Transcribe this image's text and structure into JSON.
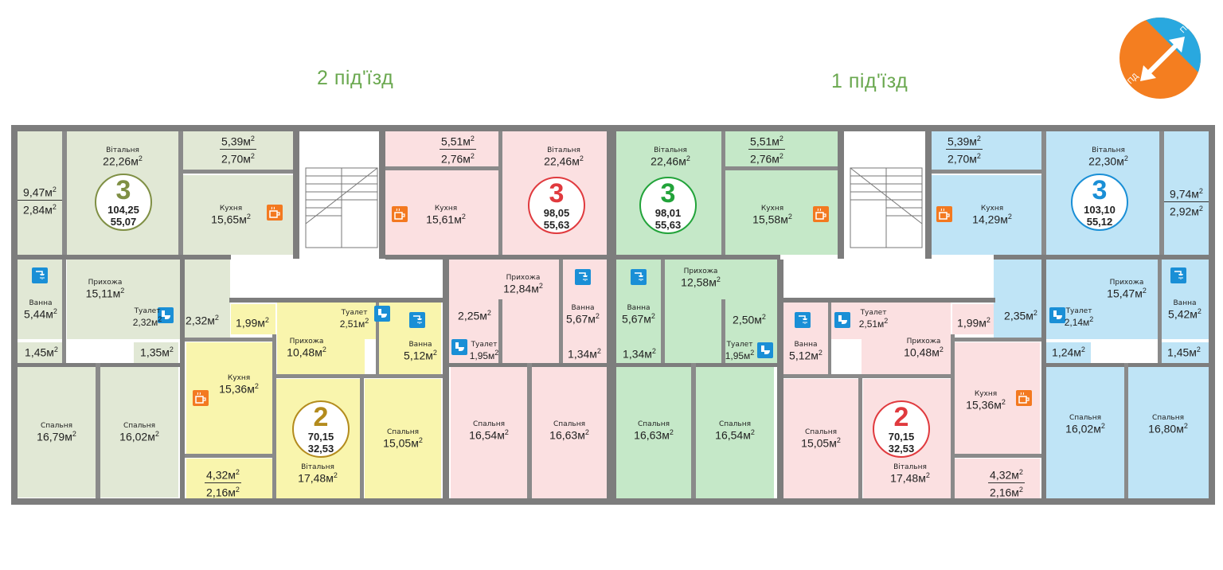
{
  "compass": {
    "up_label": "ПН",
    "down_label": "ПД"
  },
  "entrances": {
    "left": "2 під'їзд",
    "right": "1 під'їзд"
  },
  "apartments": [
    {
      "id": "a1",
      "rooms": "3",
      "total": "104,25",
      "living": "55,07",
      "color": "#7f8f44"
    },
    {
      "id": "a2",
      "rooms": "2",
      "total": "70,15",
      "living": "32,53",
      "color": "#b38b1d"
    },
    {
      "id": "a3",
      "rooms": "3",
      "total": "98,05",
      "living": "55,63",
      "color": "#e03a3e"
    },
    {
      "id": "a4",
      "rooms": "3",
      "total": "98,01",
      "living": "55,63",
      "color": "#22a33a"
    },
    {
      "id": "a5",
      "rooms": "2",
      "total": "70,15",
      "living": "32,53",
      "color": "#e03a3e"
    },
    {
      "id": "a6",
      "rooms": "3",
      "total": "103,10",
      "living": "55,12",
      "color": "#1a8fd6"
    }
  ],
  "rooms": {
    "vital": "Вітальня",
    "kitchen": "Кухня",
    "hall": "Прихожа",
    "bath": "Ванна",
    "toilet": "Туалет",
    "bed": "Спальня",
    "a1": {
      "vital": "22,26м",
      "kitchen": "15,65м",
      "hall": "15,11м",
      "bath": "5,44м",
      "toilet": "2,32м",
      "bed1": "16,79м",
      "bed2": "16,02м",
      "s1": "1,45м",
      "s2": "1,35м",
      "s3": "2,32м",
      "bal1_top": "9,47м",
      "bal1_bot": "2,84м",
      "bal2_top": "5,39м",
      "bal2_bot": "2,70м"
    },
    "a2": {
      "hall": "10,48м",
      "kitchen": "15,36м",
      "vital": "17,48м",
      "bath": "5,12м",
      "toilet": "2,51м",
      "bed": "15,05м",
      "s1": "1,99м",
      "bal_top": "4,32м",
      "bal_bot": "2,16м"
    },
    "a3": {
      "vital": "22,46м",
      "kitchen": "15,61м",
      "hall": "12,84м",
      "bath": "5,67м",
      "toilet": "1,95м",
      "bed1": "16,54м",
      "bed2": "16,63м",
      "s1": "2,25м",
      "s2": "1,34м",
      "bal_top": "5,51м",
      "bal_bot": "2,76м"
    },
    "a4": {
      "vital": "22,46м",
      "kitchen": "15,58м",
      "hall": "12,58м",
      "bath": "5,67м",
      "toilet": "1,95м",
      "bed1": "16,63м",
      "bed2": "16,54м",
      "s1": "2,50м",
      "s2": "1,34м",
      "bal_top": "5,51м",
      "bal_bot": "2,76м"
    },
    "a5": {
      "hall": "10,48м",
      "kitchen": "15,36м",
      "vital": "17,48м",
      "bath": "5,12м",
      "toilet": "2,51м",
      "bed": "15,05м",
      "s1": "1,99м",
      "bal_top": "4,32м",
      "bal_bot": "2,16м"
    },
    "a6": {
      "vital": "22,30м",
      "kitchen": "14,29м",
      "hall": "15,47м",
      "bath": "5,42м",
      "toilet": "2,14м",
      "bed1": "16,02м",
      "bed2": "16,80м",
      "s1": "1,24м",
      "s2": "1,45м",
      "s3": "2,35м",
      "bal1_top": "5,39м",
      "bal1_bot": "2,70м",
      "bal2_top": "9,74м",
      "bal2_bot": "2,92м"
    }
  },
  "sup": "2"
}
